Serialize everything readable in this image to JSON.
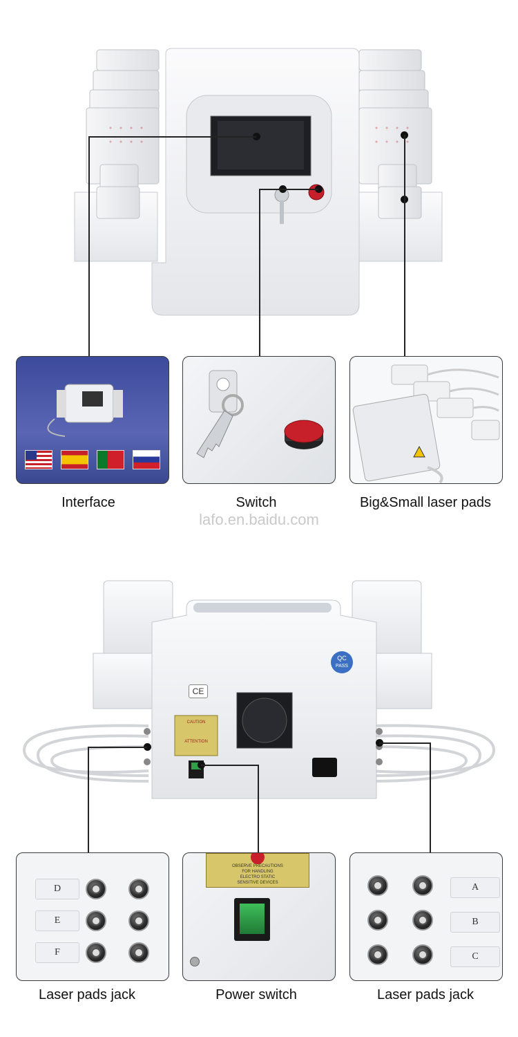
{
  "captions": {
    "interface": "Interface",
    "switch": "Switch",
    "pads": "Big&Small laser pads",
    "jack_left": "Laser pads jack",
    "power": "Power switch",
    "jack_right": "Laser pads jack"
  },
  "watermark": "lafo.en.baidu.com",
  "back_panel": {
    "qc_line1": "QC",
    "qc_line2": "PASS",
    "ce_mark": "CE",
    "caution": "CAUTION",
    "attention": "ATTENTION"
  },
  "power_label": {
    "line1": "OBSERVE PRECAUTIONS",
    "line2": "FOR HANDLING",
    "line3": "ELECTRO STATIC",
    "line4": "SENSITIVE DEVICES"
  },
  "jacks_left": [
    "D",
    "E",
    "F"
  ],
  "jacks_right": [
    "A",
    "B",
    "C"
  ],
  "colors": {
    "accent_red": "#c8202a",
    "switch_green": "#2ea04a",
    "screen_blue": "#3a4a9a"
  }
}
